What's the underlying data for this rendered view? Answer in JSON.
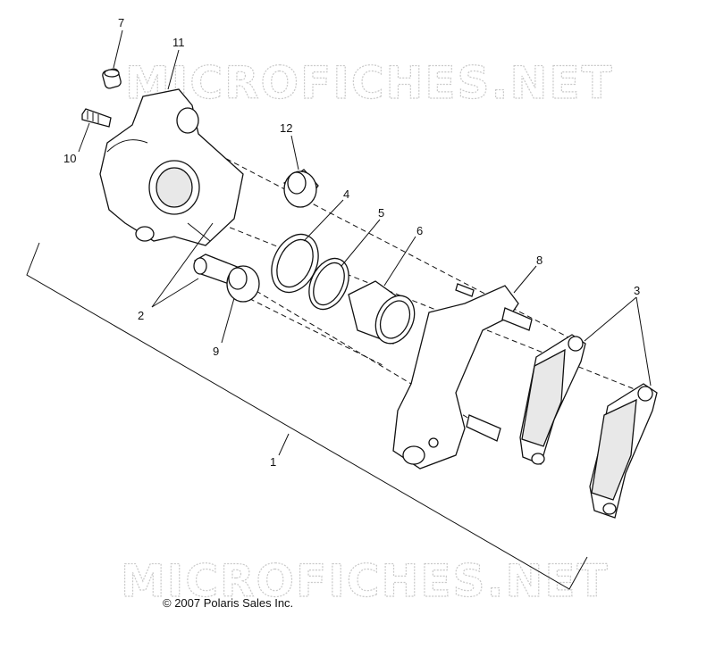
{
  "watermark": {
    "top_text": "MICROFICHES.NET",
    "bottom_text": "MICROFICHES.NET"
  },
  "copyright": "© 2007 Polaris Sales Inc.",
  "callouts": {
    "c1": "1",
    "c2": "2",
    "c3": "3",
    "c4": "4",
    "c5": "5",
    "c6": "6",
    "c7": "7",
    "c8": "8",
    "c9": "9",
    "c10": "10",
    "c11": "11",
    "c12": "12"
  }
}
